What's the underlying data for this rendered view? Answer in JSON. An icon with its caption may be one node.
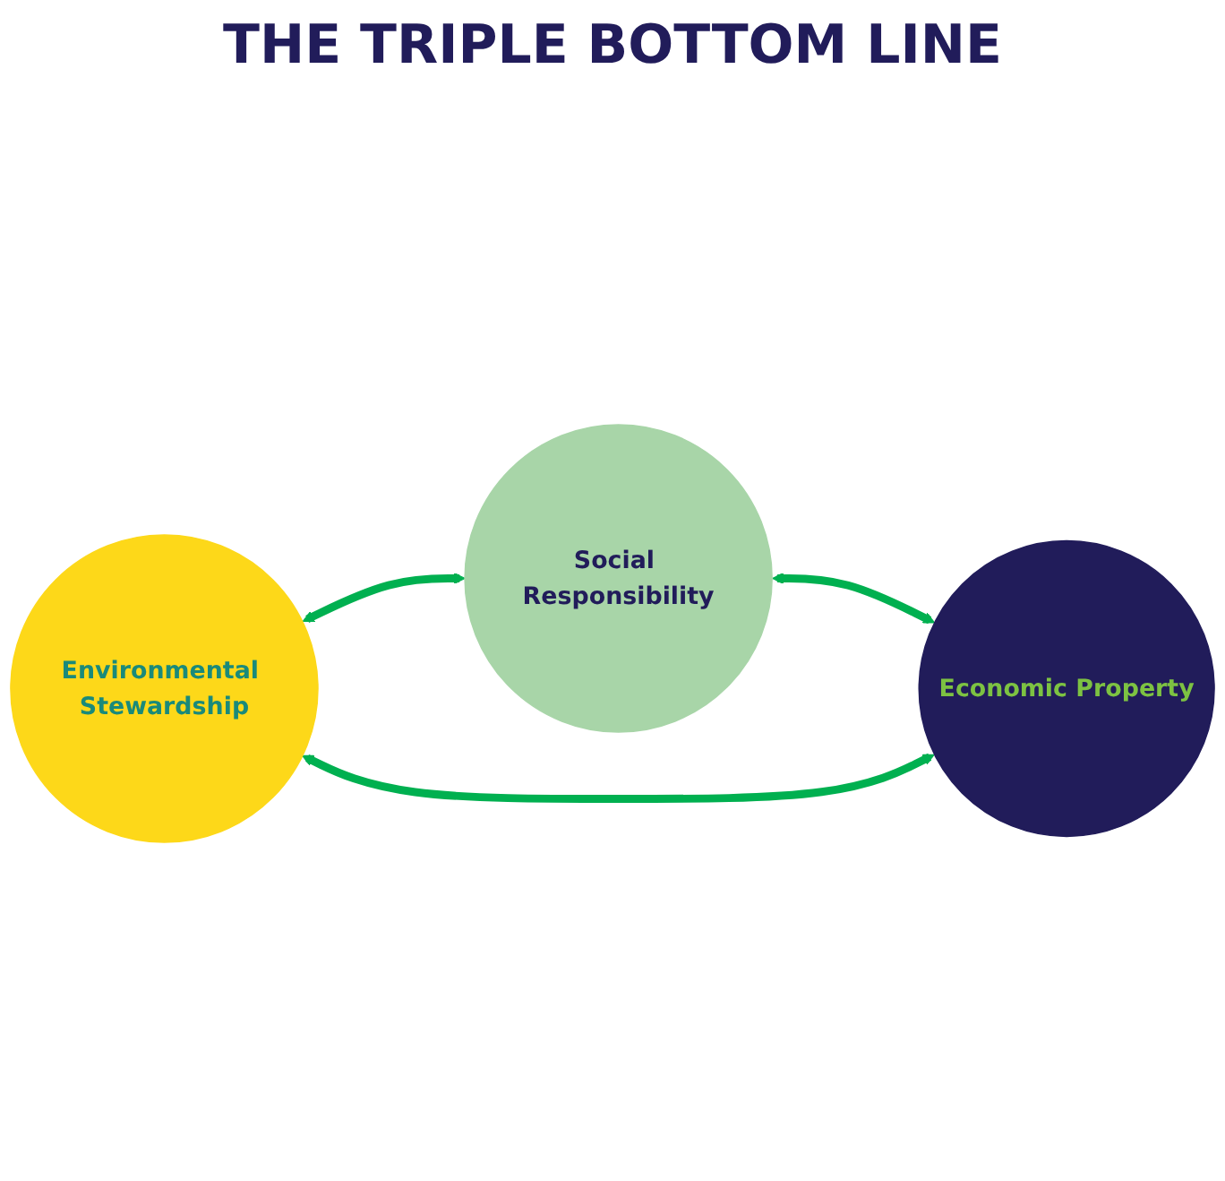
{
  "diagram": {
    "title": "THE TRIPLE BOTTOM LINE",
    "nodes": [
      {
        "text": [
          "Environmental Stewardship"
        ]
      },
      {
        "text": [
          "Social Responsibility"
        ]
      },
      {
        "text": [
          "Economic Property"
        ]
      }
    ],
    "edges": [
      {
        "from": 0,
        "to": 1,
        "arrow": "both"
      },
      {
        "from": 1,
        "to": 2,
        "arrow": "both"
      },
      {
        "from": 2,
        "to": 0,
        "arrow": "both"
      }
    ]
  }
}
